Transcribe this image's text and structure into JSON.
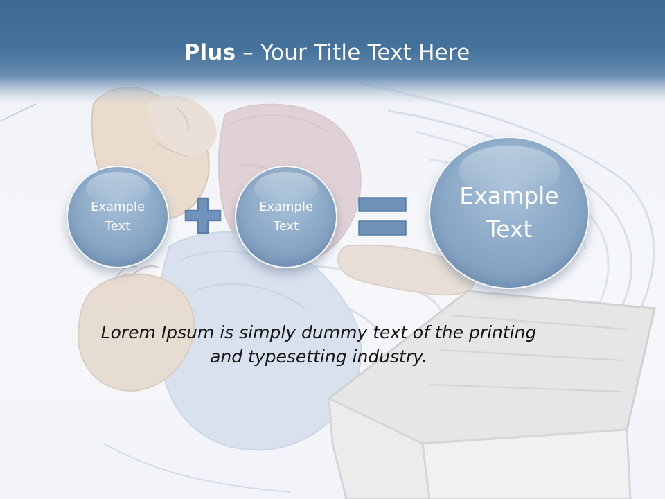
{
  "slide": {
    "title_bold": "Plus",
    "title_rest": " – Your Title Text Here",
    "circle_1": "Example\nText",
    "circle_2": "Example\nText",
    "circle_3": "Example\nText",
    "body_text": "Lorem Ipsum is simply dummy text of the printing\nand typesetting industry."
  },
  "icons": {
    "plus": "plus-icon",
    "equals": "equals-icon"
  },
  "colors": {
    "header": "#42709a",
    "circle": "#8eabc8",
    "operator": "#6f93ba",
    "operator_outline": "#5b7fa7",
    "text_dark": "#151515"
  }
}
